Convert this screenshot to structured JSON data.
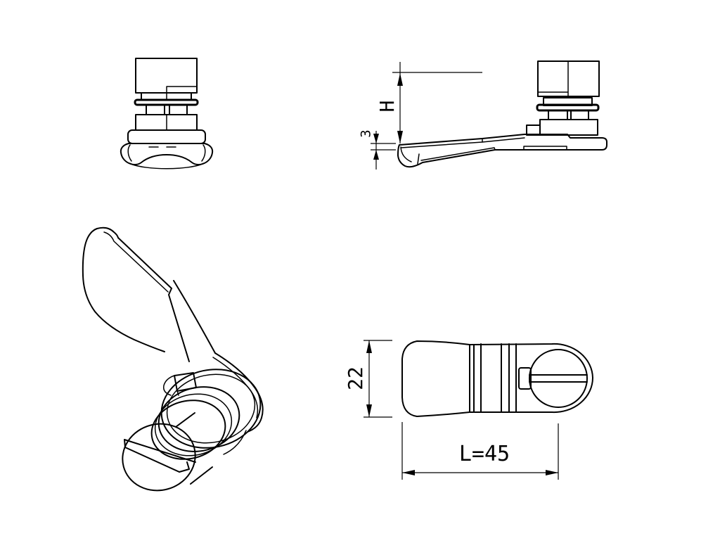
{
  "colors": {
    "background": "#ffffff",
    "line": "#000000"
  },
  "side_view": {
    "height_dim": "H",
    "thickness_dim": "3"
  },
  "top_view": {
    "width_dim": "22",
    "length_dim": "L=45"
  }
}
